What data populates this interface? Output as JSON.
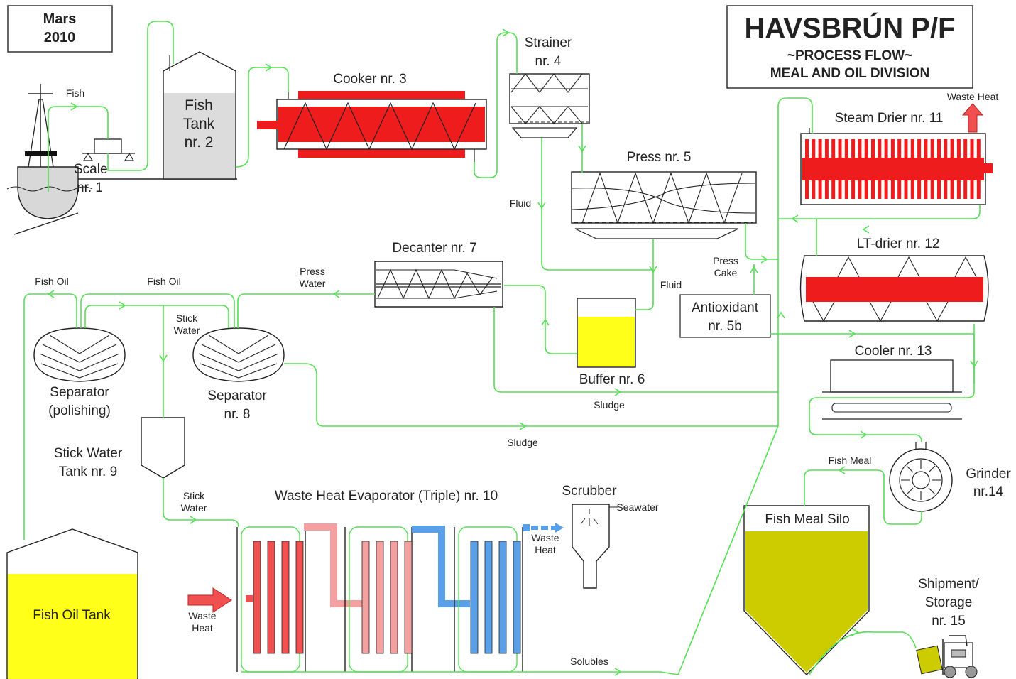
{
  "header": {
    "date_line1": "Mars",
    "date_line2": "2010",
    "title": "HAVSBRÚN P/F",
    "subtitle1": "~PROCESS FLOW~",
    "subtitle2": "MEAL AND OIL DIVISION"
  },
  "units": {
    "scale": {
      "line1": "Scale",
      "line2": "nr. 1"
    },
    "fish_tank": {
      "line1": "Fish",
      "line2": "Tank",
      "line3": "nr. 2"
    },
    "cooker": "Cooker nr. 3",
    "strainer": {
      "line1": "Strainer",
      "line2": "nr. 4"
    },
    "press": "Press nr. 5",
    "antioxidant": {
      "line1": "Antioxidant",
      "line2": "nr. 5b"
    },
    "buffer": "Buffer nr. 6",
    "decanter": "Decanter nr. 7",
    "separator_polishing": {
      "line1": "Separator",
      "line2": "(polishing)"
    },
    "separator": {
      "line1": "Separator",
      "line2": "nr. 8"
    },
    "stick_water_tank": {
      "line1": "Stick Water",
      "line2": "Tank nr. 9"
    },
    "evaporator": "Waste Heat Evaporator (Triple) nr. 10",
    "scrubber": "Scrubber",
    "steam_drier": "Steam Drier nr. 11",
    "lt_drier": "LT-drier nr. 12",
    "cooler": "Cooler nr. 13",
    "grinder": {
      "line1": "Grinder",
      "line2": "nr.14"
    },
    "fish_meal_silo": "Fish Meal Silo",
    "shipment": {
      "line1": "Shipment/",
      "line2": "Storage",
      "line3": "nr. 15"
    },
    "fish_oil_tank": "Fish Oil Tank"
  },
  "flows": {
    "fish": "Fish",
    "fluid_1": "Fluid",
    "fluid_2": "Fluid",
    "press_cake_1": "Press",
    "press_cake_2": "Cake",
    "press_water_1": "Press",
    "press_water_2": "Water",
    "fish_oil_1": "Fish Oil",
    "fish_oil_2": "Fish Oil",
    "stick_water_a1": "Stick",
    "stick_water_a2": "Water",
    "stick_water_b1": "Stick",
    "stick_water_b2": "Water",
    "sludge_1": "Sludge",
    "sludge_2": "Sludge",
    "waste_heat_top": "Waste Heat",
    "waste_heat_in1": "Waste",
    "waste_heat_in2": "Heat",
    "waste_heat_out1": "Waste",
    "waste_heat_out2": "Heat",
    "seawater": "Seawater",
    "solubles": "Solubles",
    "fish_meal": "Fish Meal"
  },
  "colors": {
    "flow_line": "#55e055",
    "heater_red": "#ee1c1c",
    "tank_yellow": "#ffff1a",
    "silo_olive": "#cccc00",
    "evap_red": "#f05050",
    "evap_pink": "#f4a0a0",
    "evap_blue": "#5aa0e8"
  }
}
